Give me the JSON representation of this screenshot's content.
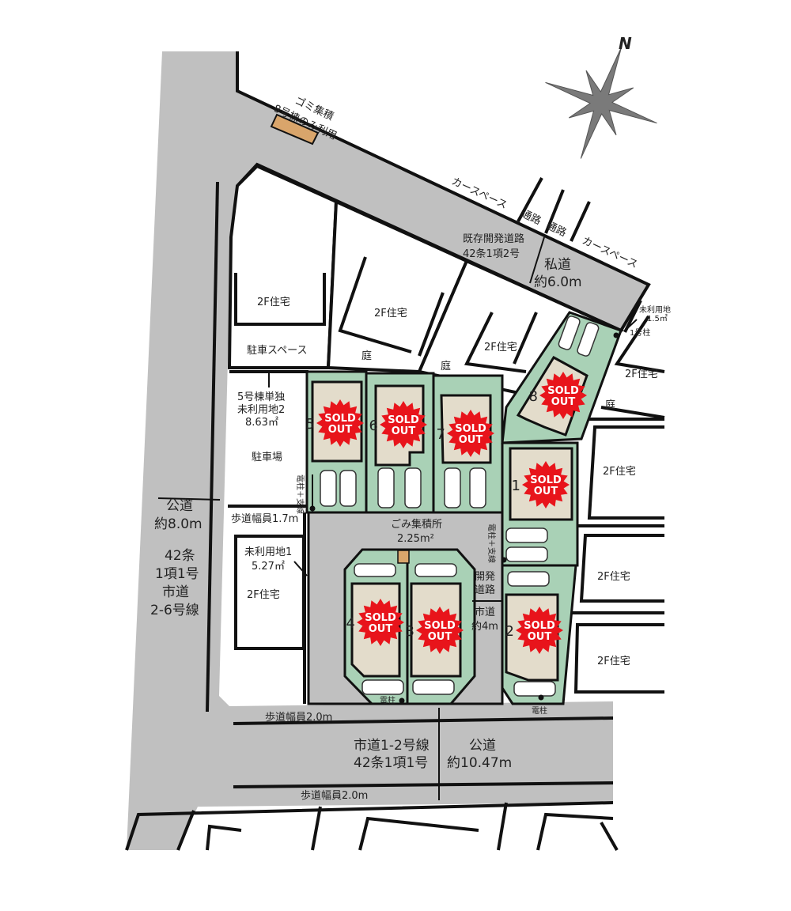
{
  "compass": {
    "north_label": "N"
  },
  "garbage_top": {
    "line1": "ゴミ集積",
    "line2": "8号棟のみ利用"
  },
  "private_road": {
    "car_space_left": "カースペース",
    "car_space_right": "カースペース",
    "passage1": "通路",
    "passage2": "通路",
    "name_line1": "既存開発道路",
    "name_line2": "42条1項2号",
    "type": "私道",
    "width": "約6.0m"
  },
  "unused_top": {
    "line1": "未利用地",
    "line2": "1.5㎡",
    "pole": "1号柱"
  },
  "neighbors": {
    "house_label": "2F住宅",
    "garden_label": "庭",
    "parking_space": "駐車スペース",
    "parking_lot": "駐車場"
  },
  "unused2": {
    "line1": "5号棟単独",
    "line2": "未利用地2",
    "line3": "8.63㎡"
  },
  "unused1": {
    "line1": "未利用地1",
    "line2": "5.27㎡"
  },
  "left_road": {
    "type": "公道",
    "width": "約8.0m",
    "sidewalk": "歩道幅員1.7m",
    "line1": "42条",
    "line2": "1項1号",
    "line3": "市道",
    "line4": "2-6号線"
  },
  "bottom_road": {
    "sidewalk_top": "歩道幅員2.0m",
    "sidewalk_bottom": "歩道幅員2.0m",
    "name_line1": "市道1-2号線",
    "name_line2": "42条1項1号",
    "type": "公道",
    "width": "約10.47m"
  },
  "inner_road": {
    "garbage_line1": "ごみ集積所",
    "garbage_line2": "2.25m²",
    "line1": "開発",
    "line2": "道路",
    "line3": "市道",
    "line4": "約4m"
  },
  "poles": {
    "pole_support": "電柱＋支線",
    "pole": "電柱"
  },
  "lots": [
    {
      "number": "1",
      "status": "SOLD OUT"
    },
    {
      "number": "2",
      "status": "SOLD OUT"
    },
    {
      "number": "3",
      "status": "SOLD OUT"
    },
    {
      "number": "4",
      "status": "SOLD OUT"
    },
    {
      "number": "5",
      "status": "SOLD OUT"
    },
    {
      "number": "6",
      "status": "SOLD OUT"
    },
    {
      "number": "7",
      "status": "SOLD OUT"
    },
    {
      "number": "8",
      "status": "SOLD OUT"
    }
  ],
  "sold_line1": "SOLD",
  "sold_line2": "OUT",
  "colors": {
    "road": "#c0c0c0",
    "lot": "#a9d1b6",
    "house": "#e3dccb",
    "sold": "#e8141b",
    "garbage": "#d9a56b"
  }
}
